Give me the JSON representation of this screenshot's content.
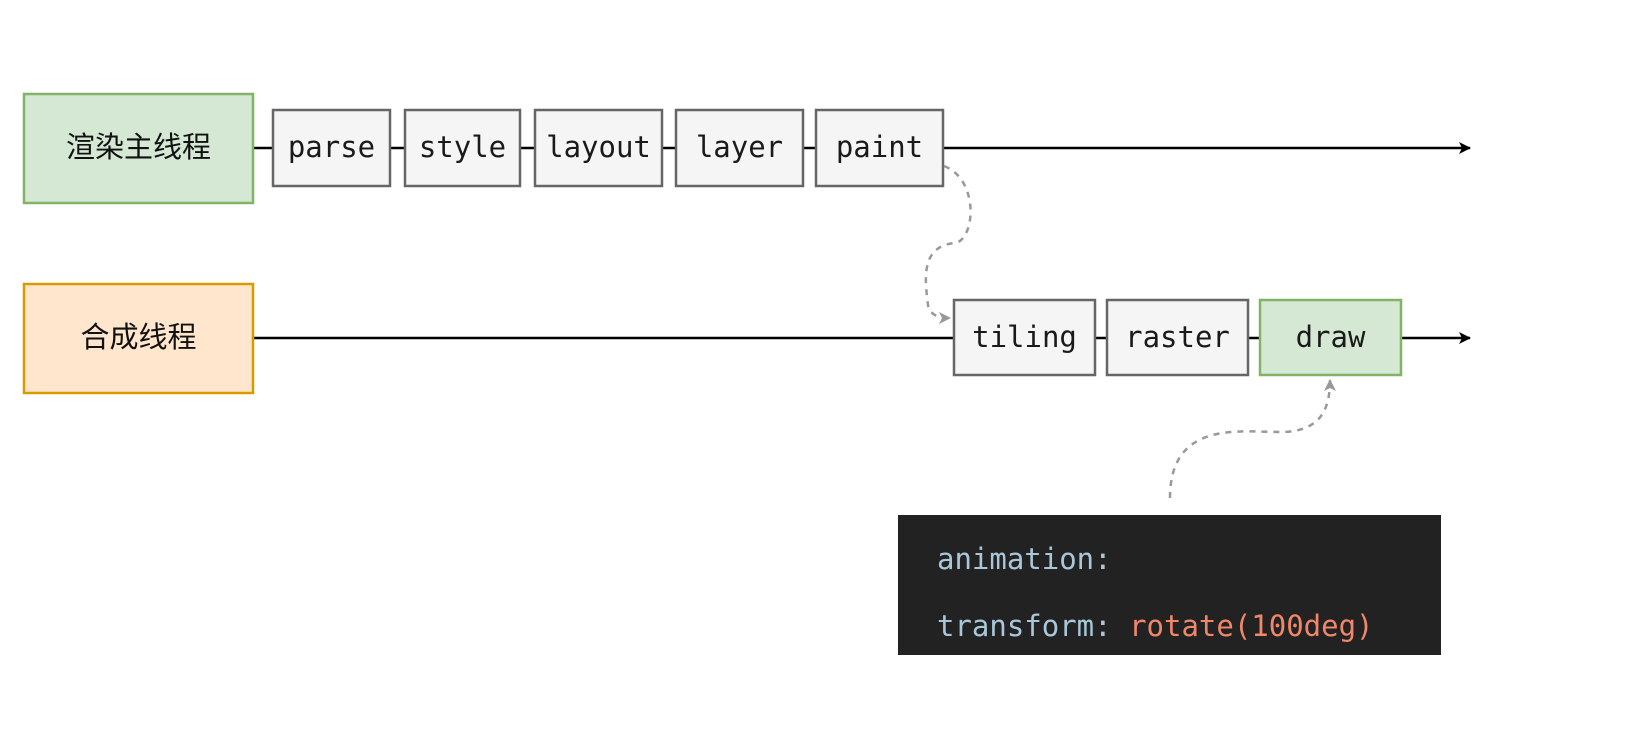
{
  "threads": {
    "main": {
      "label": "渲染主线程",
      "fill": "#d5e8d4",
      "stroke": "#82b366"
    },
    "compositor": {
      "label": "合成线程",
      "fill": "#ffe6cc",
      "stroke": "#d79b00"
    }
  },
  "main_steps": [
    {
      "label": "parse"
    },
    {
      "label": "style"
    },
    {
      "label": "layout"
    },
    {
      "label": "layer"
    },
    {
      "label": "paint"
    }
  ],
  "compositor_steps": [
    {
      "label": "tiling"
    },
    {
      "label": "raster"
    },
    {
      "label": "draw",
      "highlight": true
    }
  ],
  "code": {
    "line1_prop": "animation:",
    "line2_prop": "transform:",
    "line2_value": "rotate(100deg)"
  },
  "colors": {
    "step_fill": "#f5f5f5",
    "step_stroke": "#666666",
    "highlight_fill": "#d5e8d4",
    "highlight_stroke": "#82b366",
    "line": "#000000",
    "dashed_arrow": "#999999",
    "code_bg": "#222222",
    "code_prop": "#a9c7d9",
    "code_value": "#f0866a"
  }
}
